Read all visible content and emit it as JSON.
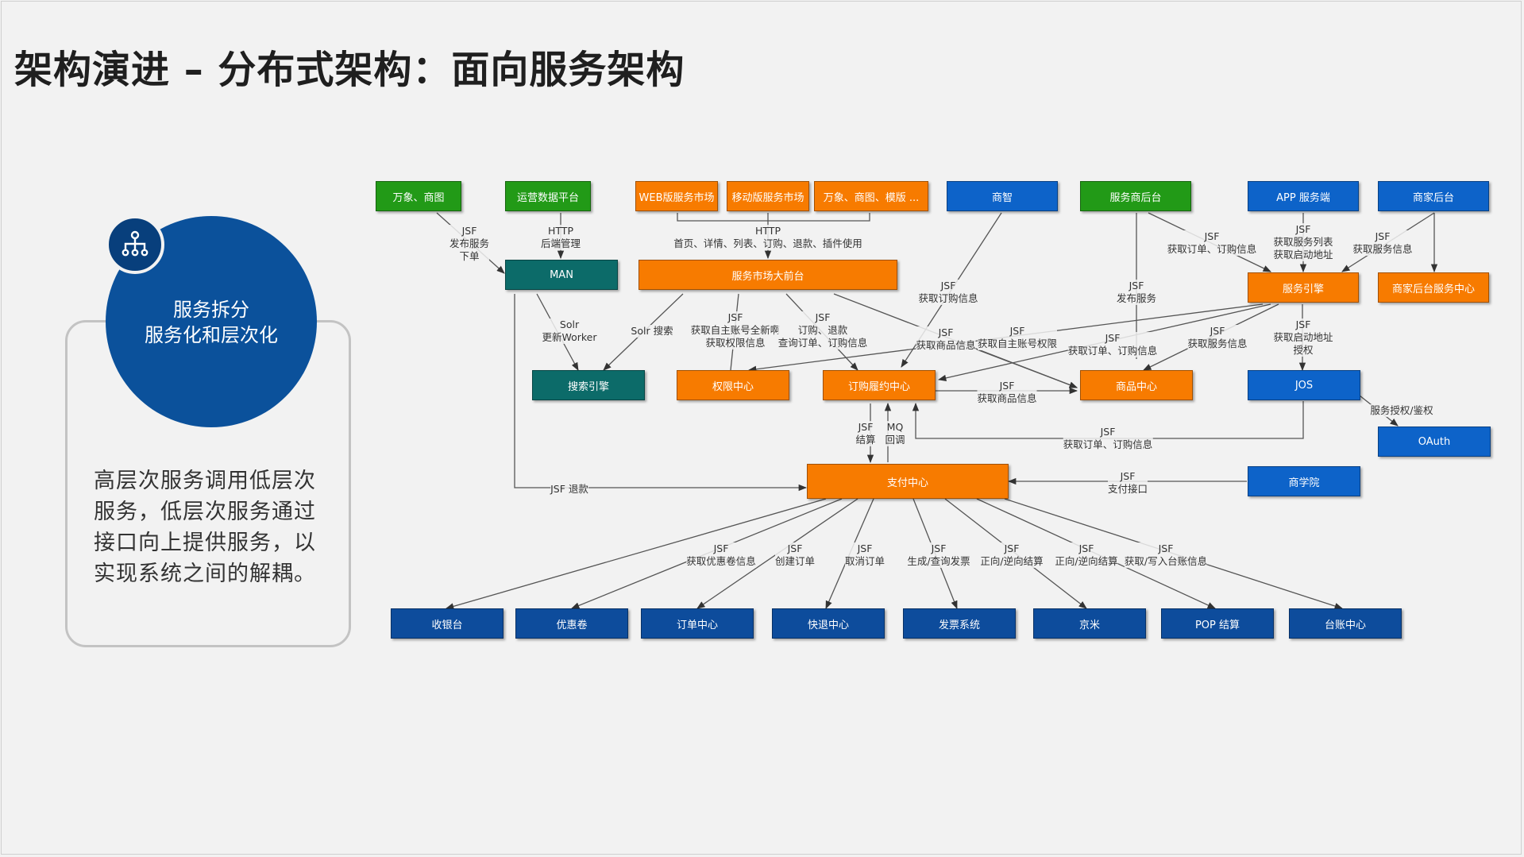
{
  "slide": {
    "title": "架构演进 – 分布式架构：面向服务架构",
    "circle_line1": "服务拆分",
    "circle_line2": "服务化和层次化",
    "description": "高层次服务调用低层次服务，低层次服务通过接口向上提供服务，以实现系统之间的解耦。"
  },
  "diagram": {
    "nodes": {
      "wanxiang": "万象、商图",
      "yunying": "运营数据平台",
      "web_market": "WEB版服务市场",
      "mobile_market": "移动版服务市场",
      "wanxiang_mb": "万象、商图、模版 ...",
      "shangzhi": "商智",
      "fws_backend": "服务商后台",
      "app_server": "APP 服务端",
      "merchant_backend": "商家后台",
      "man": "MAN",
      "market_front": "服务市场大前台",
      "service_engine": "服务引擎",
      "merchant_center": "商家后台服务中心",
      "search_engine": "搜索引擎",
      "auth_center": "权限中心",
      "order_center_fulfil": "订购履约中心",
      "product_center": "商品中心",
      "jos": "JOS",
      "oauth": "OAuth",
      "pay_center": "支付中心",
      "shangxueyuan": "商学院",
      "cashier": "收银台",
      "coupon": "优惠卷",
      "order_center": "订单中心",
      "refund_center": "快退中心",
      "invoice": "发票系统",
      "jingmi": "京米",
      "pop": "POP 结算",
      "ledger": "台账中心"
    },
    "labels": {
      "l_jsf_publish_order": "JSF\n发布服务\n下单",
      "l_http_admin": "HTTP\n后端管理",
      "l_http_pages": "HTTP\n首页、详情、列表、订购、退款、插件使用",
      "l_jsf_get_order": "JSF\n获取订购信息",
      "l_jsf_publish": "JSF\n发布服务",
      "l_jsf_orders_app": "JSF\n获取订单、订购信息",
      "l_jsf_service_list": "JSF\n获取服务列表\n获取启动地址",
      "l_jsf_service_info": "JSF\n获取服务信息",
      "l_solr_update": "Solr\n更新Worker",
      "l_solr_search": "Solr 搜索",
      "l_jsf_account": "JSF\n获取自主账号全新啊\n获取权限信息",
      "l_jsf_order_refund": "JSF\n订购、退款\n查询订单、订购信息",
      "l_jsf_product_info": "JSF\n获取商品信息",
      "l_jsf_account_perm": "JSF\n获取自主账号权限",
      "l_jsf_orders_se": "JSF\n获取订单、订购信息",
      "l_jsf_service_info2": "JSF\n获取服务信息",
      "l_jsf_start_auth": "JSF\n获取启动地址\n授权",
      "l_jsf_product_info2": "JSF\n获取商品信息",
      "l_service_auth": "服务授权/鉴权",
      "l_jsf_settle": "JSF\n结算",
      "l_mq_callback": "MQ\n回调",
      "l_jsf_orders_jos": "JSF\n获取订单、订购信息",
      "l_jsf_refund": "JSF 退款",
      "l_jsf_pay_api": "JSF\n支付接口",
      "l_jsf_coupon": "JSF\n获取优惠卷信息",
      "l_jsf_create_order": "JSF\n创建订单",
      "l_jsf_cancel_order": "JSF\n取消订单",
      "l_jsf_invoice": "JSF\n生成/查询发票",
      "l_jsf_settle1": "JSF\n正向/逆向结算",
      "l_jsf_settle2": "JSF\n正向/逆向结算",
      "l_jsf_ledger": "JSF\n获取/写入台账信息"
    }
  },
  "colors": {
    "green": "#229a17",
    "orange": "#f77b00",
    "blue": "#0d63c9",
    "teal": "#0c6b69",
    "navy": "#0d4c9c",
    "circle": "#0b519b"
  }
}
